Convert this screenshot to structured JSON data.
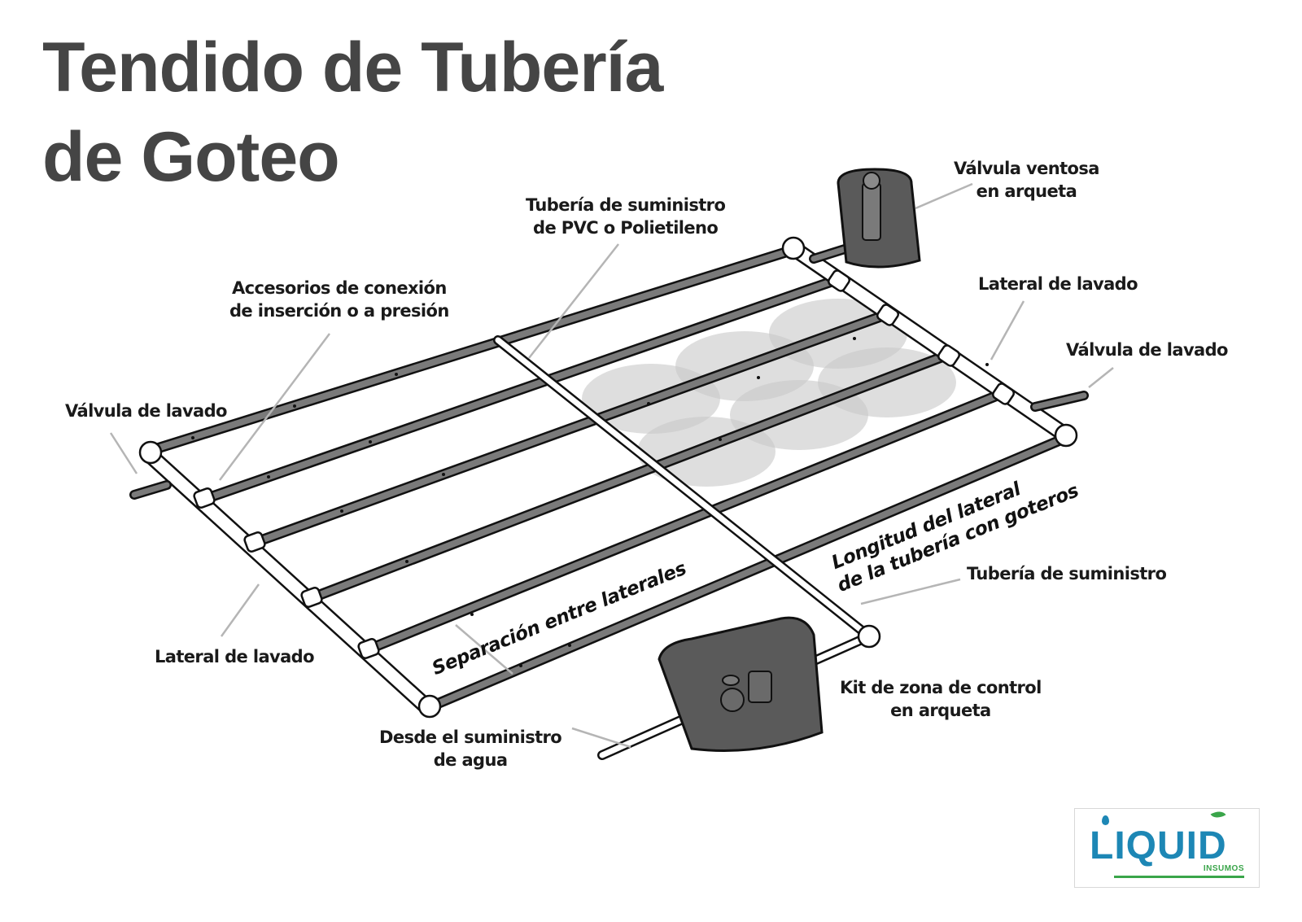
{
  "title": {
    "line1": "Tendido de Tubería",
    "line2": "de Goteo"
  },
  "labels": {
    "valvula_ventosa": [
      "Válvula ventosa",
      "en arqueta"
    ],
    "tuberia_suministro_pvc": [
      "Tubería de suministro",
      "de PVC o Polietileno"
    ],
    "accesorios": [
      "Accesorios de conexión",
      "de inserción o a presión"
    ],
    "lateral_lavado_right": "Lateral de lavado",
    "valvula_lavado_right": "Válvula de lavado",
    "valvula_lavado_left": "Válvula de lavado",
    "lateral_lavado_left": "Lateral de lavado",
    "tuberia_suministro": "Tubería de suministro",
    "kit_zona_control": [
      "Kit de zona de control",
      "en arqueta"
    ],
    "desde_suministro": [
      "Desde el suministro",
      "de agua"
    ],
    "separacion_laterales": "Separación entre laterales",
    "longitud_lateral": [
      "Longitud del lateral",
      "de la tubería con goteros"
    ]
  },
  "logo": {
    "name": "LIQUID",
    "sub": "INSUMOS",
    "brand_blue": "#1d87b5",
    "brand_green": "#3aa54a"
  },
  "colors": {
    "title": "#454545",
    "pipe_dark": "#7a7a7a",
    "pipe_white": "#ffffff",
    "outline": "#111111",
    "leader": "#b5b5b5",
    "wet_zone": "#d4d4d4",
    "box": "#5a5a5a"
  }
}
